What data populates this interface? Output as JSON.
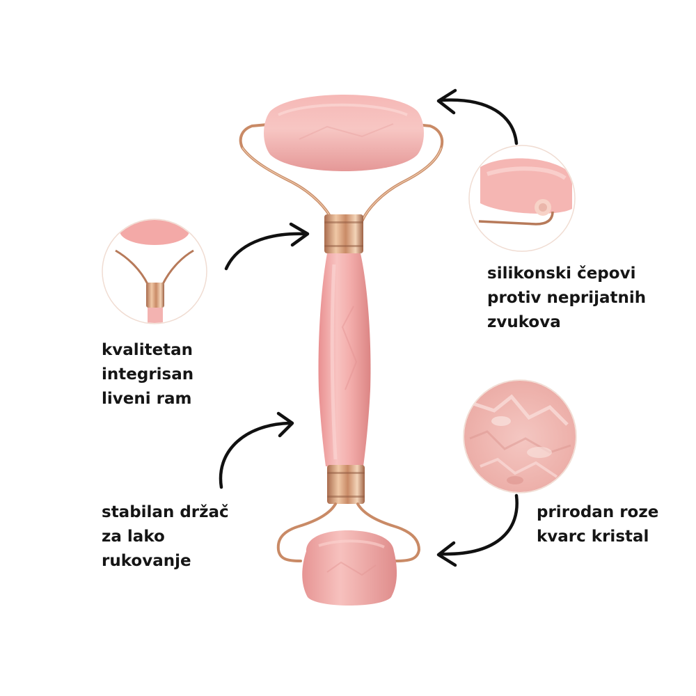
{
  "annotations": {
    "frame": {
      "lines": [
        "kvalitetan",
        "integrisan",
        "liveni ram"
      ]
    },
    "caps": {
      "lines": [
        "silikonski čepovi",
        "protiv neprijatnih",
        "zvukova"
      ]
    },
    "holder": {
      "lines": [
        "stabilan držač",
        "za lako",
        "rukovanje"
      ]
    },
    "quartz": {
      "lines": [
        "prirodan roze",
        "kvarc kristal"
      ]
    }
  },
  "colors": {
    "background": "#ffffff",
    "quartz_pink": "#f2a7a6",
    "rose_gold": "#c98a66",
    "text": "#151515",
    "arrow": "#111111",
    "circle_border": "#f0dcd2"
  },
  "icons": [
    "arrow-icon"
  ]
}
